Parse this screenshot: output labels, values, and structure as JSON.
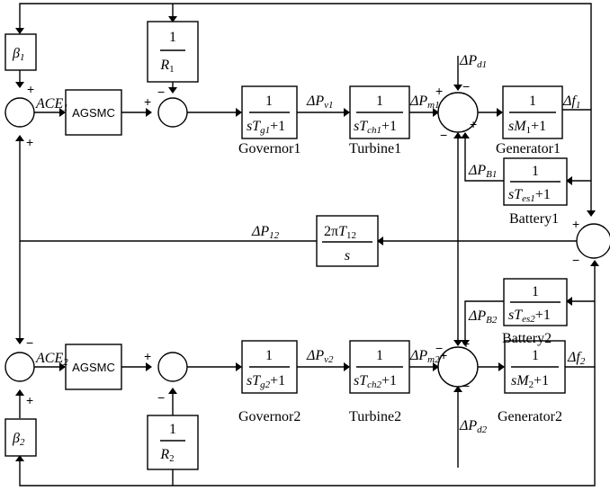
{
  "area1": {
    "governor": {
      "name": "Governor1",
      "num": "1",
      "den_s": "sT",
      "den_sub": "g1",
      "den_tail": "+1"
    },
    "turbine": {
      "name": "Turbine1",
      "num": "1",
      "den_s": "sT",
      "den_sub": "ch1",
      "den_tail": "+1"
    },
    "generator": {
      "name": "Generator1",
      "num": "1",
      "den_s": "sM",
      "den_sub": "1",
      "den_tail": "+1"
    },
    "battery": {
      "name": "Battery1",
      "num": "1",
      "den_s": "sT",
      "den_sub": "es1",
      "den_tail": "+1"
    },
    "controller": "AGSMC",
    "beta": {
      "sym": "β",
      "sub": "1"
    },
    "droop": {
      "num": "1",
      "den": "R",
      "den_sub": "1"
    },
    "signals": {
      "ace": {
        "sym": "ACE",
        "sub": "1"
      },
      "pv": {
        "sym": "ΔP",
        "sub": "v1"
      },
      "pm": {
        "sym": "ΔP",
        "sub": "m1"
      },
      "pd": {
        "sym": "ΔP",
        "sub": "d1"
      },
      "pb": {
        "sym": "ΔP",
        "sub": "B1"
      },
      "f": {
        "sym": "Δf",
        "sub": "1"
      }
    }
  },
  "area2": {
    "governor": {
      "name": "Governor2",
      "num": "1",
      "den_s": "sT",
      "den_sub": "g2",
      "den_tail": "+1"
    },
    "turbine": {
      "name": "Turbine2",
      "num": "1",
      "den_s": "sT",
      "den_sub": "ch2",
      "den_tail": "+1"
    },
    "generator": {
      "name": "Generator2",
      "num": "1",
      "den_s": "sM",
      "den_sub": "2",
      "den_tail": "+1"
    },
    "battery": {
      "name": "Battery2",
      "num": "1",
      "den_s": "sT",
      "den_sub": "es2",
      "den_tail": "+1"
    },
    "controller": "AGSMC",
    "beta": {
      "sym": "β",
      "sub": "2"
    },
    "droop": {
      "num": "1",
      "den": "R",
      "den_sub": "2"
    },
    "signals": {
      "ace": {
        "sym": "ACE",
        "sub": "2"
      },
      "pv": {
        "sym": "ΔP",
        "sub": "v2"
      },
      "pm": {
        "sym": "ΔP",
        "sub": "m2"
      },
      "pd": {
        "sym": "ΔP",
        "sub": "d2"
      },
      "pb": {
        "sym": "ΔP",
        "sub": "B2"
      },
      "f": {
        "sym": "Δf",
        "sub": "2"
      }
    }
  },
  "tie_line": {
    "num_prefix": "2π",
    "num_sym": "T",
    "num_sub": "12",
    "den": "s",
    "signal": {
      "sym": "ΔP",
      "sub": "12"
    }
  },
  "signs": {
    "plus": "+",
    "minus": "−"
  }
}
